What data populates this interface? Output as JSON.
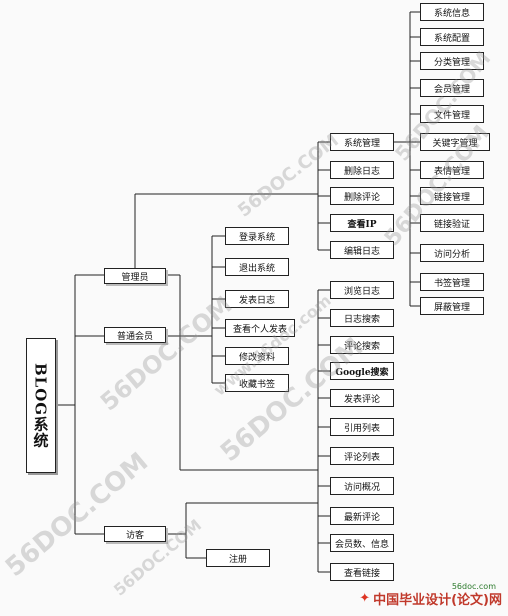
{
  "root": "BLOG系统",
  "roles": {
    "admin": "管理员",
    "member": "普通会员",
    "visitor": "访客"
  },
  "member_functions": [
    "登录系统",
    "退出系统",
    "发表日志",
    "查看个人发表",
    "修改资料",
    "收藏书签"
  ],
  "admin_functions": [
    "系统管理",
    "删除日志",
    "删除评论",
    "查看IP",
    "编辑日志"
  ],
  "system_management": [
    "系统信息",
    "系统配置",
    "分类管理",
    "会员管理",
    "文件管理",
    "关键字管理",
    "表情管理",
    "链接管理",
    "链接验证",
    "访问分析",
    "书签管理",
    "屏蔽管理"
  ],
  "shared_functions": [
    "浏览日志",
    "日志搜索",
    "评论搜索",
    "Google搜索",
    "发表评论",
    "引用列表",
    "评论列表",
    "访问概况",
    "最新评论",
    "会员数、信息",
    "查看链接"
  ],
  "register": "注册",
  "watermarks": [
    "56DOC.COM",
    "56DOC.COM",
    "56DOC.COM",
    "56DOC.COM",
    "56DOC.COM",
    "www.56doc.com",
    "56DOC.COM",
    "56DOC.COM"
  ],
  "footer": {
    "brand": "中国毕业设计(论文)网",
    "domain": "56doc.com"
  }
}
